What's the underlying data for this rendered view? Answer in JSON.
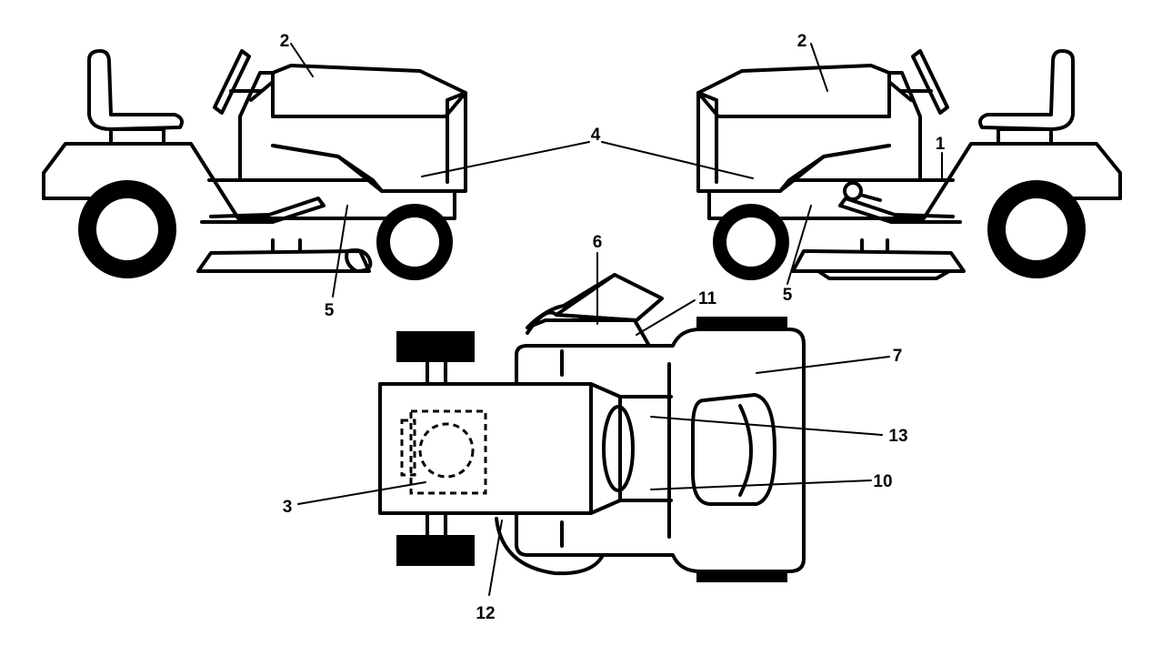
{
  "callouts": {
    "left_view": {
      "c2": "2",
      "c4": "4",
      "c5": "5"
    },
    "right_view": {
      "c2": "2",
      "c1": "1",
      "c5": "5"
    },
    "top_view": {
      "c6": "6",
      "c11": "11",
      "c7": "7",
      "c13": "13",
      "c10": "10",
      "c3": "3",
      "c12": "12"
    }
  }
}
